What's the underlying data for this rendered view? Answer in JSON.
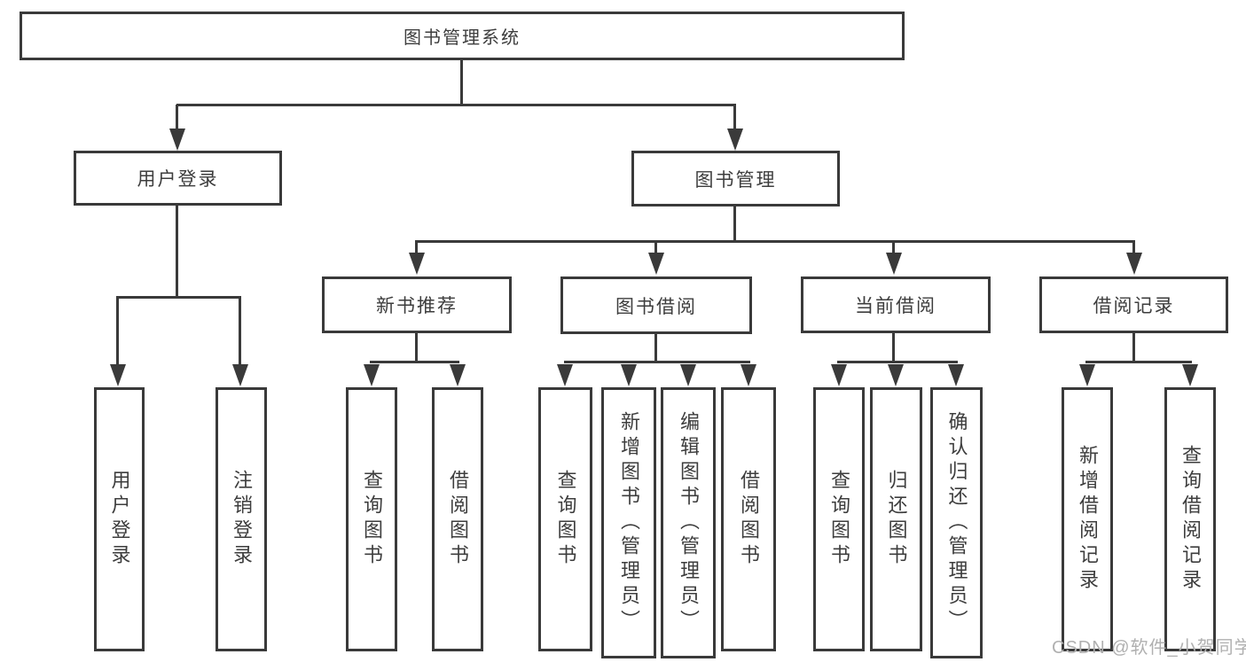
{
  "tree": {
    "root": {
      "label": "图书管理系统"
    },
    "branches": [
      {
        "label": "用户登录",
        "leaves": [
          {
            "label": "用户登录"
          },
          {
            "label": "注销登录"
          }
        ]
      },
      {
        "label": "图书管理",
        "groups": [
          {
            "label": "新书推荐",
            "leaves": [
              {
                "label": "查询图书"
              },
              {
                "label": "借阅图书"
              }
            ]
          },
          {
            "label": "图书借阅",
            "leaves": [
              {
                "label": "查询图书"
              },
              {
                "label": "新增图书（管理员）"
              },
              {
                "label": "编辑图书（管理员）"
              },
              {
                "label": "借阅图书"
              }
            ]
          },
          {
            "label": "当前借阅",
            "leaves": [
              {
                "label": "查询图书"
              },
              {
                "label": "归还图书"
              },
              {
                "label": "确认归还（管理员）"
              }
            ]
          },
          {
            "label": "借阅记录",
            "leaves": [
              {
                "label": "新增借阅记录"
              },
              {
                "label": "查询借阅记录"
              }
            ]
          }
        ]
      }
    ]
  },
  "watermark": {
    "text": "CSDN @软件_小贺同学"
  },
  "colors": {
    "line": "#3a3a3a",
    "text": "#3d3d3d",
    "watermark": "#b0b0b0",
    "box_bg": "#ffffff",
    "page_bg": "#ffffff"
  }
}
